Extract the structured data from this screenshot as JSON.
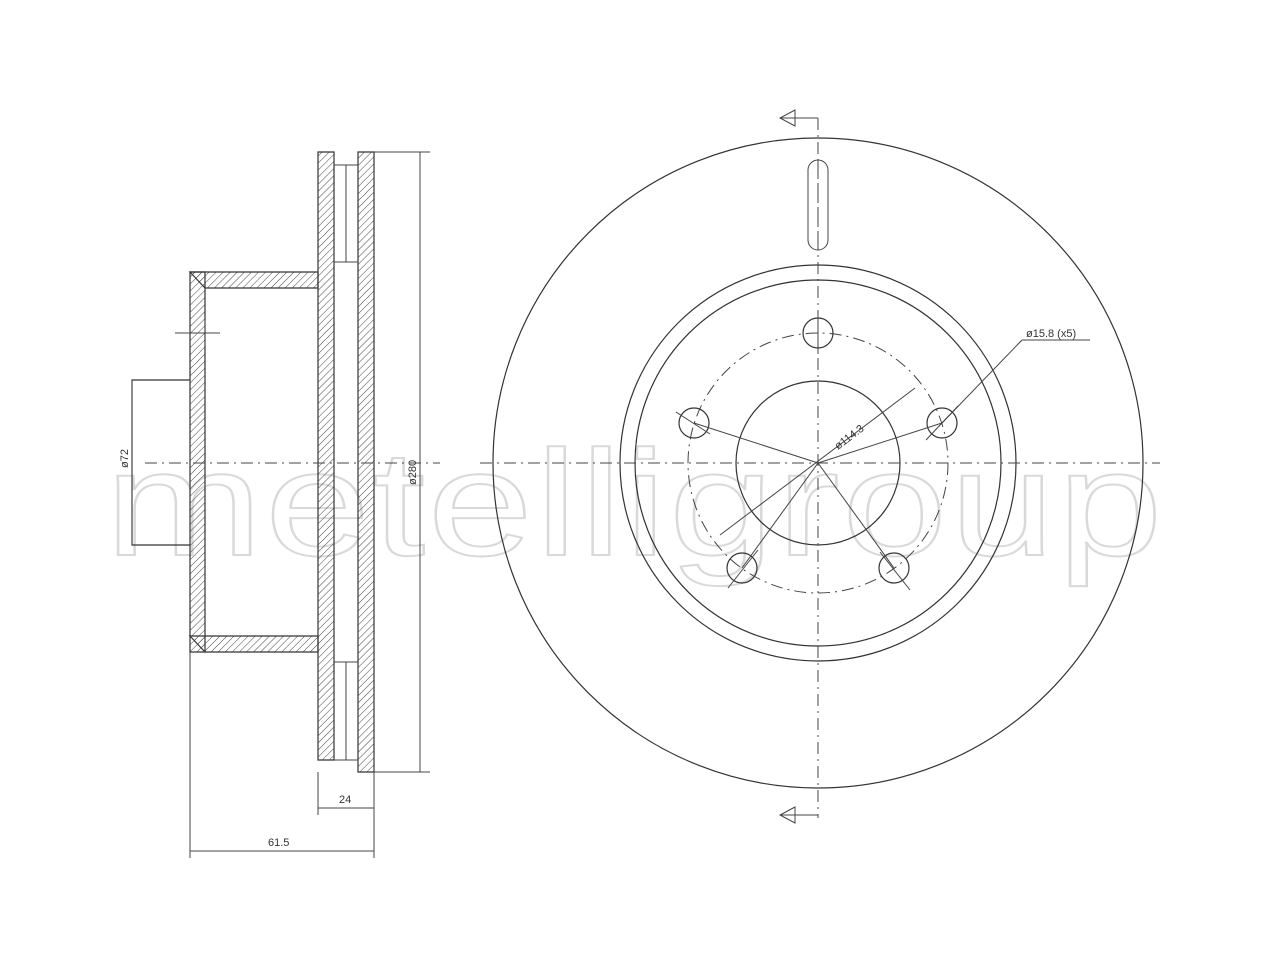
{
  "watermark": {
    "text": "metelligroup"
  },
  "side_view": {
    "dims": {
      "hub_bore": "ø72",
      "outer_diameter": "ø280",
      "thickness": "24",
      "height": "61.5"
    }
  },
  "front_view": {
    "dims": {
      "bolt_circle": "ø114.3",
      "bolt_holes": "ø15.8 (x5)"
    }
  },
  "colors": {
    "line": "#333333",
    "watermark": "#d9d9d9",
    "background": "#ffffff"
  }
}
